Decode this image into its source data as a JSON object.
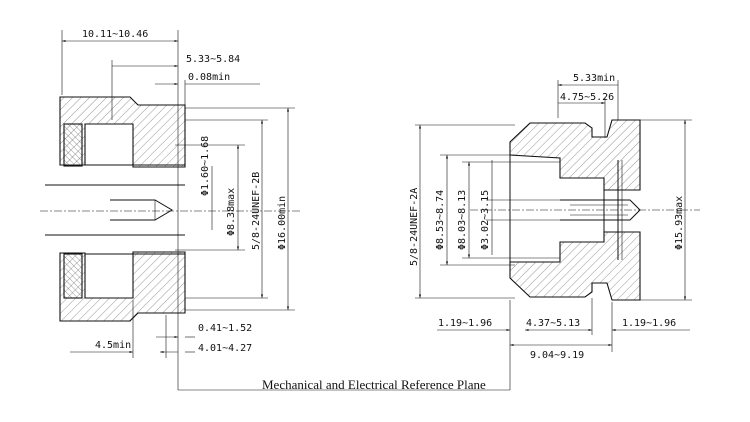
{
  "left_dims": {
    "d1": "10.11~10.46",
    "d2": "5.33~5.84",
    "d3": "0.08min",
    "d4": "Φ1.60~1.68",
    "d5": "Φ8.38max",
    "d6": "5/8-24UNEF-2B",
    "d7": "Φ16.00min",
    "d8": "0.41~1.52",
    "d9": "4.5min",
    "d10": "4.01~4.27"
  },
  "right_dims": {
    "d1": "5.33min",
    "d2": "4.75~5.26",
    "d3": "5/8-24UNEF-2A",
    "d4": "Φ8.53~8.74",
    "d5": "Φ8.03~8.13",
    "d6": "Φ3.02~3.15",
    "d7": "Φ15.93max",
    "d8": "1.19~1.96",
    "d9": "4.37~5.13",
    "d10": "1.19~1.96",
    "d11": "9.04~9.19"
  },
  "reference_plane_label": "Mechanical and Electrical Reference Plane"
}
